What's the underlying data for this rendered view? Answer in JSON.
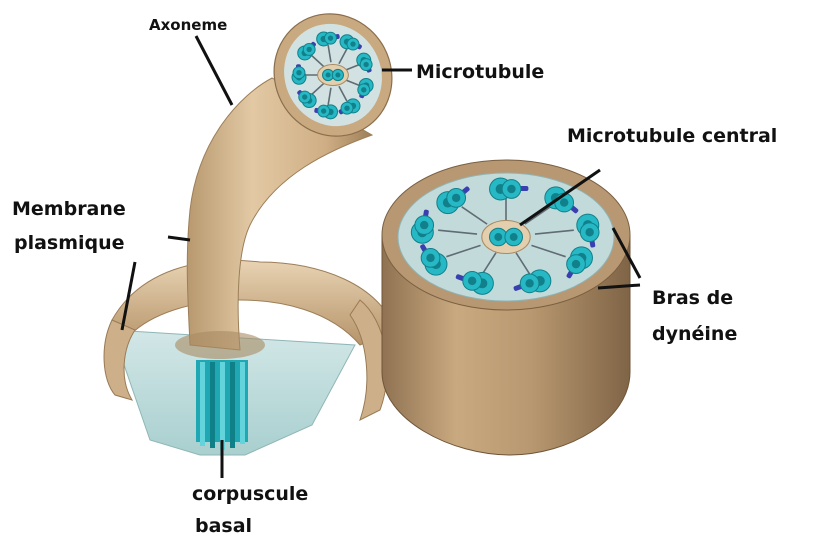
{
  "labels": {
    "axoneme": "Axoneme",
    "microtubule": "Microtubule",
    "central_microtubule": "Microtubule central",
    "membrane_line1": "Membrane",
    "membrane_line2": "plasmique",
    "dynein_line1": "Bras de",
    "dynein_line2": "dynéine",
    "basal_line1": "corpuscule",
    "basal_line2": "basal"
  },
  "colors": {
    "membrane": "#d8b98f",
    "membrane_dark": "#a98a63",
    "cytoplasm": "#bfd9d9",
    "tubulin": "#26b8c4",
    "tubulin_dark": "#11808a",
    "dynein": "#3a3fb0",
    "spoke": "#5f6c73"
  }
}
